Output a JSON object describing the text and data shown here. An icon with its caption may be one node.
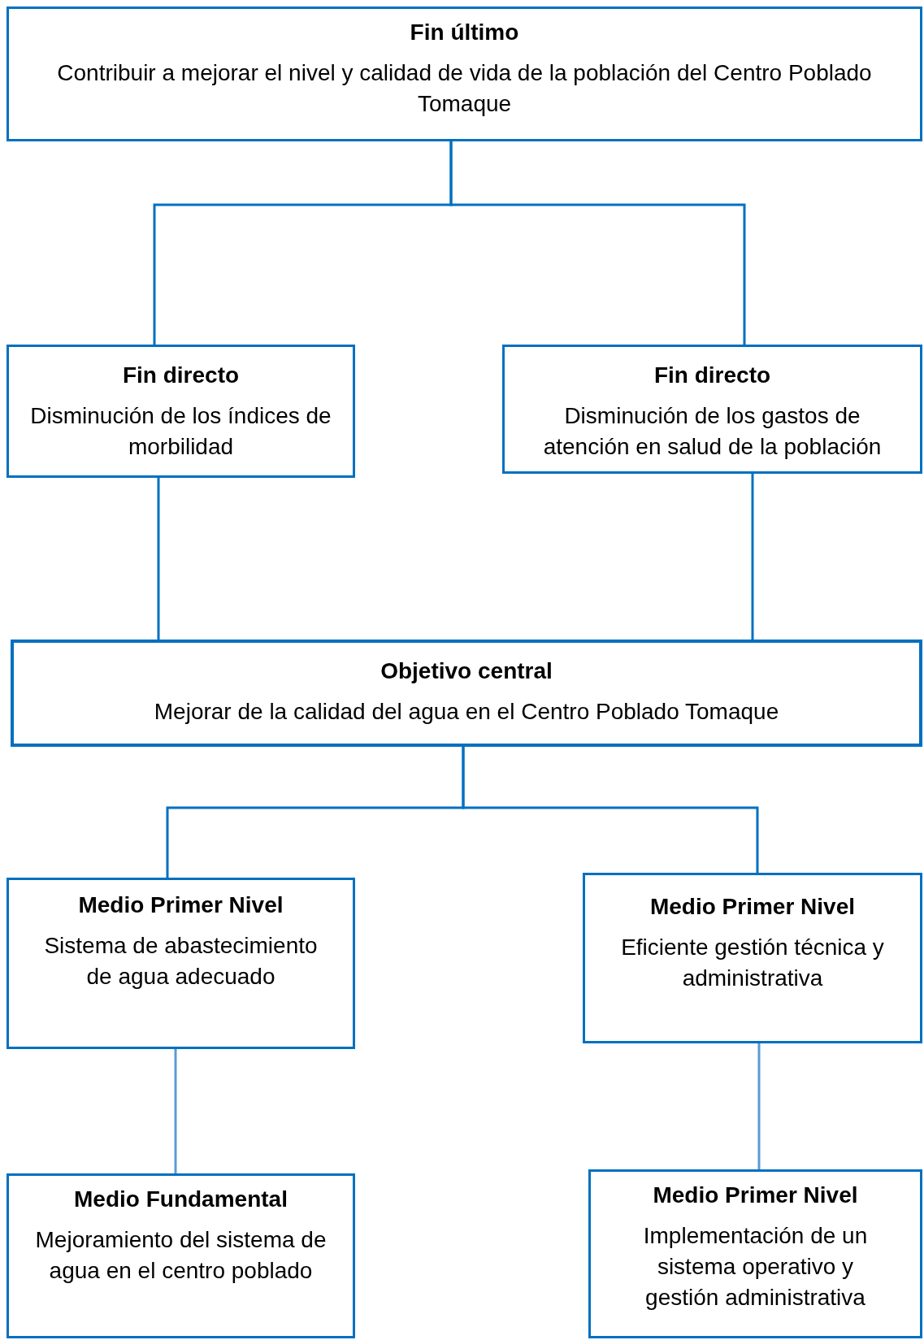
{
  "diagram": {
    "nodes": [
      {
        "text": [
          "Fin último",
          "Contribuir a mejorar el nivel y calidad de vida de la población del Centro Poblado Tomaque"
        ]
      },
      {
        "text": [
          "Fin directo",
          "Disminución de los índices de morbilidad"
        ]
      },
      {
        "text": [
          "Fin directo",
          "Disminución de los gastos de atención en salud de la población"
        ]
      },
      {
        "text": [
          "Objetivo central",
          "Mejorar de la calidad del agua en el Centro Poblado Tomaque"
        ]
      },
      {
        "text": [
          "Medio Primer Nivel",
          "Sistema de abastecimiento de agua adecuado"
        ]
      },
      {
        "text": [
          "Medio Primer Nivel",
          "Eficiente gestión técnica y administrativa"
        ]
      },
      {
        "text": [
          "Medio Fundamental",
          "Mejoramiento del sistema de agua en el centro poblado"
        ]
      },
      {
        "text": [
          "Medio Primer Nivel",
          "Implementación de un sistema operativo y gestión administrativa"
        ]
      }
    ],
    "edges": [
      {
        "from": 0,
        "to": 1,
        "arrow": "none"
      },
      {
        "from": 0,
        "to": 2,
        "arrow": "none"
      },
      {
        "from": 1,
        "to": 3,
        "arrow": "none"
      },
      {
        "from": 2,
        "to": 3,
        "arrow": "none"
      },
      {
        "from": 3,
        "to": 4,
        "arrow": "none"
      },
      {
        "from": 3,
        "to": 5,
        "arrow": "none"
      },
      {
        "from": 4,
        "to": 6,
        "arrow": "none",
        "color": "#5b9bd5"
      },
      {
        "from": 5,
        "to": 7,
        "arrow": "none",
        "color": "#5b9bd5"
      }
    ]
  }
}
